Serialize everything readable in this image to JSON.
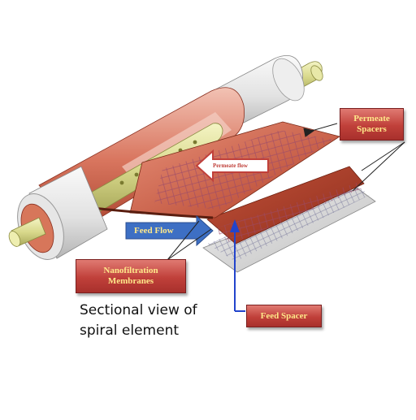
{
  "labels": {
    "permeate_spacers_line1": "Permeate",
    "permeate_spacers_line2": "Spacers",
    "permeate_flow": "Permeate flow",
    "feed_flow": "Feed Flow",
    "nanofiltration_line1": "Nanofiltration",
    "nanofiltration_line2": "Membranes",
    "feed_spacer": "Feed Spacer"
  },
  "caption": {
    "line1": "Sectional view of",
    "line2": "spiral element"
  },
  "colors": {
    "callout_fill": "#c0403a",
    "callout_text": "#ffe98a",
    "membrane": "#c9503c",
    "tube": "#e6e6a0",
    "feed_arrow": "#3d6fc4",
    "pointer_arrow": "#2244cc"
  }
}
